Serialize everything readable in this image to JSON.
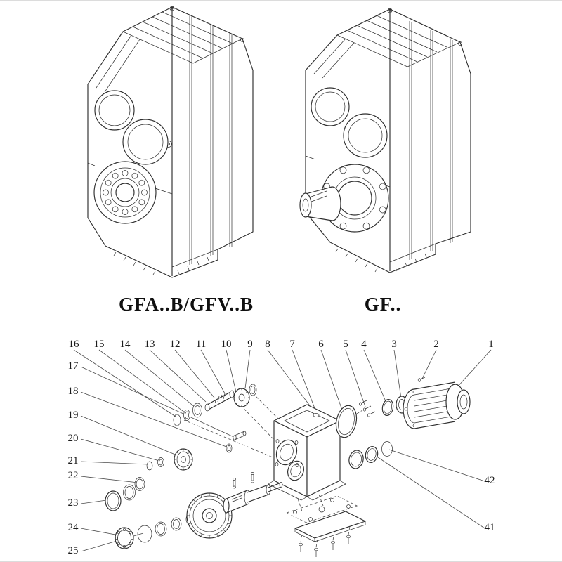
{
  "page": {
    "background": "#ffffff",
    "line_color": "#2e2e2e"
  },
  "figures": {
    "left": {
      "label": "GFA..B/GFV..B"
    },
    "right": {
      "label": "GF.."
    }
  },
  "exploded": {
    "callouts_top": [
      "16",
      "15",
      "14",
      "13",
      "12",
      "11",
      "10",
      "9",
      "8",
      "7",
      "6",
      "5",
      "4",
      "3",
      "2",
      "1"
    ],
    "callouts_left": [
      "17",
      "18",
      "19",
      "20",
      "21",
      "22",
      "23",
      "24",
      "25"
    ],
    "callouts_right": [
      "42",
      "41"
    ]
  }
}
